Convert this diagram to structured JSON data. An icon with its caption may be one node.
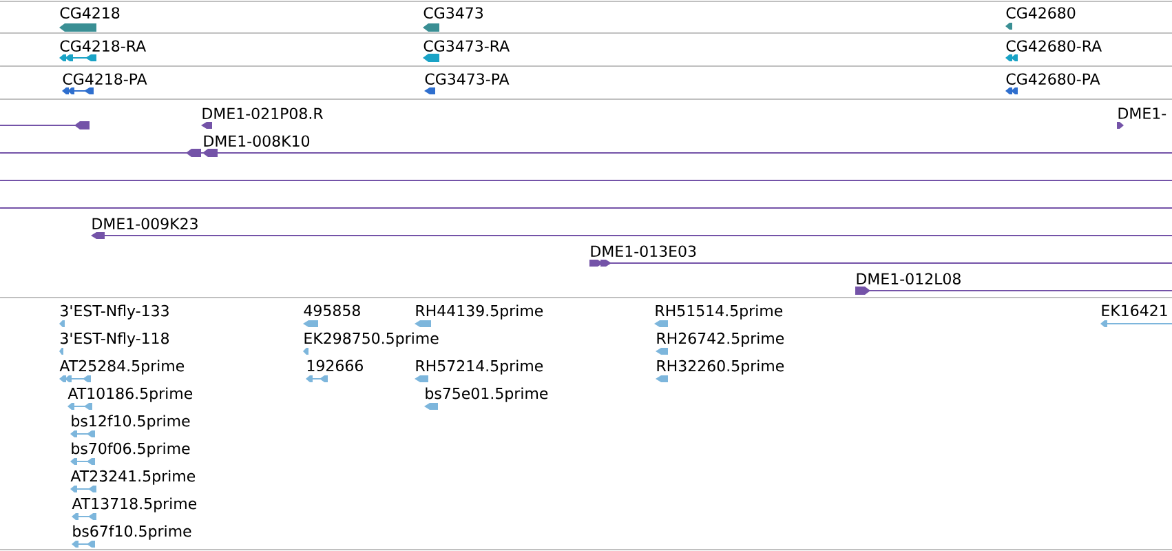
{
  "diagram": {
    "labels": [
      "CG4218",
      "CG3473",
      "CG42680",
      "CG4218-RA",
      "CG3473-RA",
      "CG42680-RA",
      "CG4218-PA",
      "CG3473-PA",
      "CG42680-PA",
      "DME1-021P08.R",
      "DME1-",
      "DME1-008K10",
      "DME1-009K23",
      "DME1-013E03",
      "DME1-012L08",
      "3'EST-Nfly-133",
      "495858",
      "RH44139.5prime",
      "RH51514.5prime",
      "EK16421",
      "3'EST-Nfly-118",
      "EK298750.5prime",
      "RH26742.5prime",
      "AT25284.5prime",
      "192666",
      "RH57214.5prime",
      "RH32260.5prime",
      "AT10186.5prime",
      "bs75e01.5prime",
      "bs12f10.5prime",
      "bs70f06.5prime",
      "AT23241.5prime",
      "AT13718.5prime",
      "bs67f10.5prime"
    ]
  }
}
